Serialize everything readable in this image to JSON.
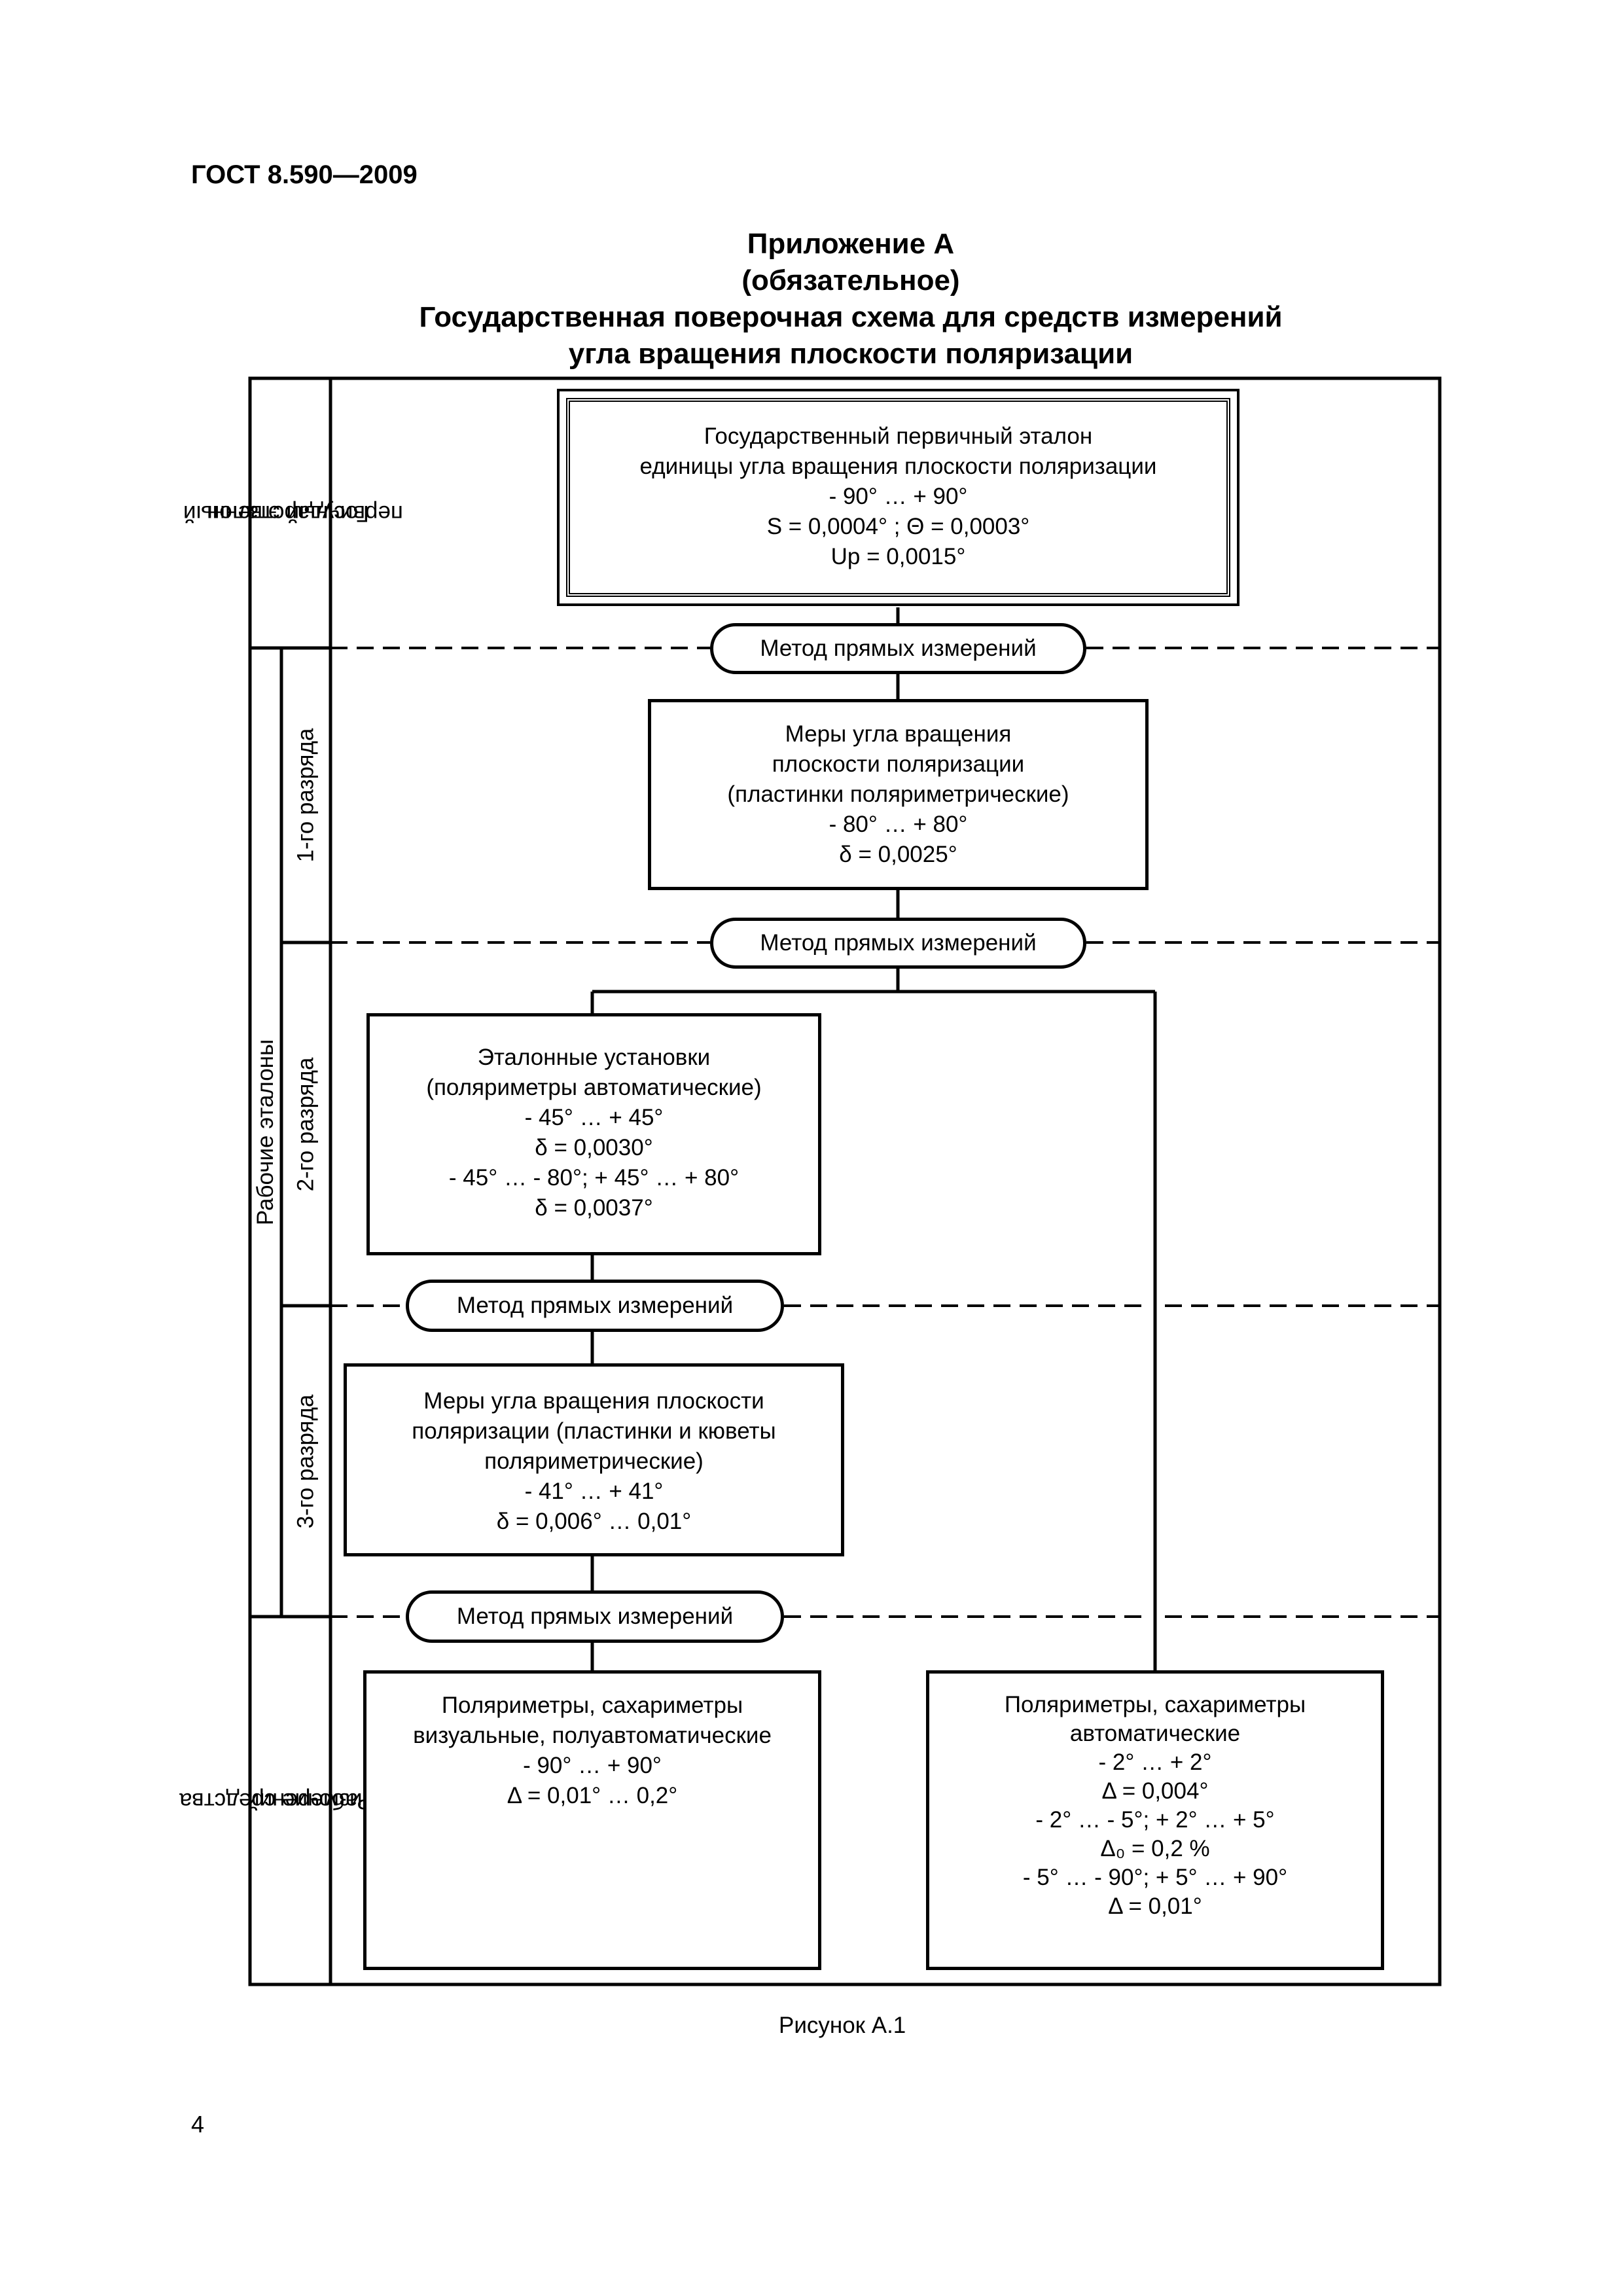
{
  "header": {
    "doc_id": "ГОСТ 8.590—2009"
  },
  "title": {
    "lines": [
      "Приложение А",
      "(обязательное)",
      "Государственная поверочная схема для средств измерений",
      "угла вращения плоскости поляризации"
    ]
  },
  "levels": {
    "primary": [
      "Государственный",
      "первичный эталон"
    ],
    "working_standards": "Рабочие эталоны",
    "rank1": "1-го разряда",
    "rank2": "2-го разряда",
    "rank3": "3-го разряда",
    "working_instruments": [
      "Рабочие средства",
      "измерений"
    ]
  },
  "method_label": "Метод прямых измерений",
  "boxes": {
    "primary_standard": [
      "Государственный первичный эталон",
      "единицы угла вращения плоскости поляризации",
      "- 90° … + 90°",
      "S = 0,0004° ; Θ = 0,0003°",
      "Up = 0,0015°"
    ],
    "rank1_measures": [
      "Меры угла вращения",
      "плоскости поляризации",
      "(пластинки поляриметрические)",
      "- 80° … + 80°",
      "δ = 0,0025°"
    ],
    "rank2_installations": [
      "Эталонные установки",
      "(поляриметры автоматические)",
      "- 45° … + 45°",
      "δ = 0,0030°",
      "- 45° … - 80°; + 45° … + 80°",
      "δ = 0,0037°"
    ],
    "rank3_measures": [
      "Меры угла вращения плоскости",
      "поляризации (пластинки и кюветы",
      "поляриметрические)",
      "- 41° … + 41°",
      "δ = 0,006° … 0,01°"
    ],
    "visual_polarimeters": [
      "Поляриметры, сахариметры",
      "визуальные, полуавтоматические",
      "- 90° … + 90°",
      "Δ = 0,01° … 0,2°"
    ],
    "auto_polarimeters": [
      "Поляриметры, сахариметры",
      "автоматические",
      "- 2° … + 2°",
      "Δ = 0,004°",
      "- 2° … - 5°; + 2° … + 5°",
      "Δ₀ = 0,2 %",
      "- 5° … - 90°; + 5° … + 90°",
      "Δ = 0,01°"
    ]
  },
  "caption": "Рисунок А.1",
  "page_number": "4"
}
